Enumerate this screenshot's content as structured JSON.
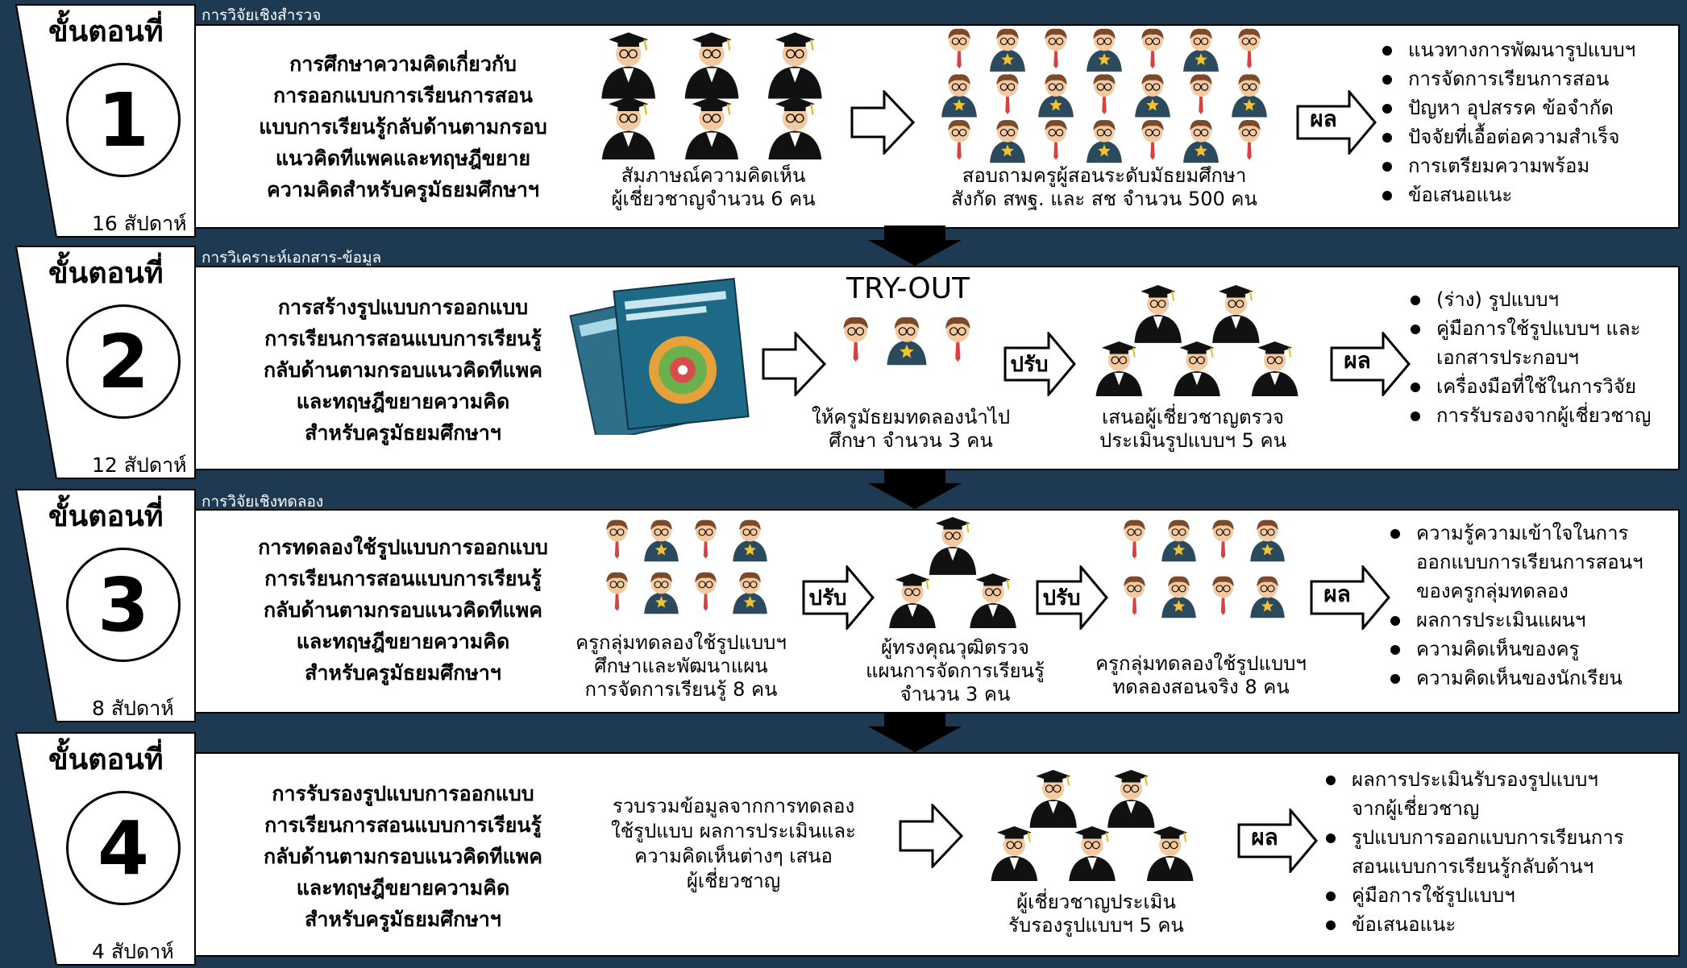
{
  "diagram": {
    "steps": [
      {
        "category": "การวิจัยเชิงสำรวจ",
        "title": "ขั้นตอนที่",
        "number": "1",
        "duration": "16 สัปดาห์",
        "description": [
          "การศึกษาความคิดเกี่ยวกับ",
          "การออกแบบการเรียนการสอน",
          "แบบการเรียนรู้กลับด้านตามกรอบ",
          "แนวคิดทีแพคและทฤษฎีขยาย",
          "ความคิดสำหรับครูมัธยมศึกษาฯ"
        ],
        "caption_a": [
          "สัมภาษณ์ความคิดเห็น",
          "ผู้เชี่ยวชาญจำนวน 6 คน"
        ],
        "caption_b": [
          "สอบถามครูผู้สอนระดับมัธยมศึกษา",
          "สังกัด สพฐ. และ สช จำนวน 500 คน"
        ],
        "result_label": "ผล",
        "results": [
          "แนวทางการพัฒนารูปแบบฯ",
          "การจัดการเรียนการสอน",
          "ปัญหา อุปสรรค ข้อจำกัด",
          "ปัจจัยที่เอื้อต่อความสำเร็จ",
          "การเตรียมความพร้อม",
          "ข้อเสนอแนะ"
        ]
      },
      {
        "category": "การวิเคราะห์เอกสาร-ข้อมูล",
        "title": "ขั้นตอนที่",
        "number": "2",
        "duration": "12 สัปดาห์",
        "description": [
          "การสร้างรูปแบบการออกแบบ",
          "การเรียนการสอนแบบการเรียนรู้",
          "กลับด้านตามกรอบแนวคิดทีแพค",
          "และทฤษฎีขยายความคิด",
          "สำหรับครูมัธยมศึกษาฯ"
        ],
        "tryout": "TRY-OUT",
        "caption_a": [
          "ให้ครูมัธยมทดลองนำไป",
          "ศึกษา จำนวน 3 คน"
        ],
        "adjust_label": "ปรับ",
        "caption_b": [
          "เสนอผู้เชี่ยวชาญตรวจ",
          "ประเมินรูปแบบฯ 5 คน"
        ],
        "result_label": "ผล",
        "results": [
          "(ร่าง) รูปแบบฯ",
          "คู่มือการใช้รูปแบบฯ และ",
          "เอกสารประกอบฯ",
          "เครื่องมือที่ใช้ในการวิจัย",
          "การรับรองจากผู้เชี่ยวชาญ"
        ]
      },
      {
        "category": "การวิจัยเชิงทดลอง",
        "title": "ขั้นตอนที่",
        "number": "3",
        "duration": "8 สัปดาห์",
        "description": [
          "การทดลองใช้รูปแบบการออกแบบ",
          "การเรียนการสอนแบบการเรียนรู้",
          "กลับด้านตามกรอบแนวคิดทีแพค",
          "และทฤษฎีขยายความคิด",
          "สำหรับครูมัธยมศึกษาฯ"
        ],
        "caption_a": [
          "ครูกลุ่มทดลองใช้รูปแบบฯ",
          "ศึกษาและพัฒนาแผน",
          "การจัดการเรียนรู้ 8 คน"
        ],
        "adjust_label": "ปรับ",
        "caption_b": [
          "ผู้ทรงคุณวุฒิตรวจ",
          "แผนการจัดการเรียนรู้",
          "จำนวน 3 คน"
        ],
        "adjust_label_2": "ปรับ",
        "caption_c": [
          "ครูกลุ่มทดลองใช้รูปแบบฯ",
          "ทดลองสอนจริง 8 คน"
        ],
        "result_label": "ผล",
        "results": [
          "ความรู้ความเข้าใจในการ",
          "ออกแบบการเรียนการสอนฯ",
          "ของครูกลุ่มทดลอง",
          "ผลการประเมินแผนฯ",
          "ความคิดเห็นของครู",
          "ความคิดเห็นของนักเรียน"
        ]
      },
      {
        "category": "",
        "title": "ขั้นตอนที่",
        "number": "4",
        "duration": "4 สัปดาห์",
        "description": [
          "การรับรองรูปแบบการออกแบบ",
          "การเรียนการสอนแบบการเรียนรู้",
          "กลับด้านตามกรอบแนวคิดทีแพค",
          "และทฤษฎีขยายความคิด",
          "สำหรับครูมัธยมศึกษาฯ"
        ],
        "caption_a": [
          "รวบรวมข้อมูลจากการทดลอง",
          "ใช้รูปแบบ ผลการประเมินและ",
          "ความคิดเห็นต่างๆ เสนอ",
          "ผู้เชี่ยวชาญ"
        ],
        "caption_b": [
          "ผู้เชี่ยวชาญประเมิน",
          "รับรองรูปแบบฯ 5 คน"
        ],
        "result_label": "ผล",
        "results": [
          "ผลการประเมินรับรองรูปแบบฯ",
          "จากผู้เชี่ยวชาญ",
          "รูปแบบการออกแบบการเรียนการ",
          "สอนแบบการเรียนรู้กลับด้านฯ",
          "คู่มือการใช้รูปแบบฯ",
          "ข้อเสนอแนะ"
        ]
      }
    ],
    "colors": {
      "background": "#1d3a52",
      "panel": "#ffffff",
      "gown": "#111111",
      "shirt": "#2c4a5e",
      "star": "#f2c230",
      "hair": "#7a4a2a",
      "skin": "#f4c9a0"
    }
  }
}
